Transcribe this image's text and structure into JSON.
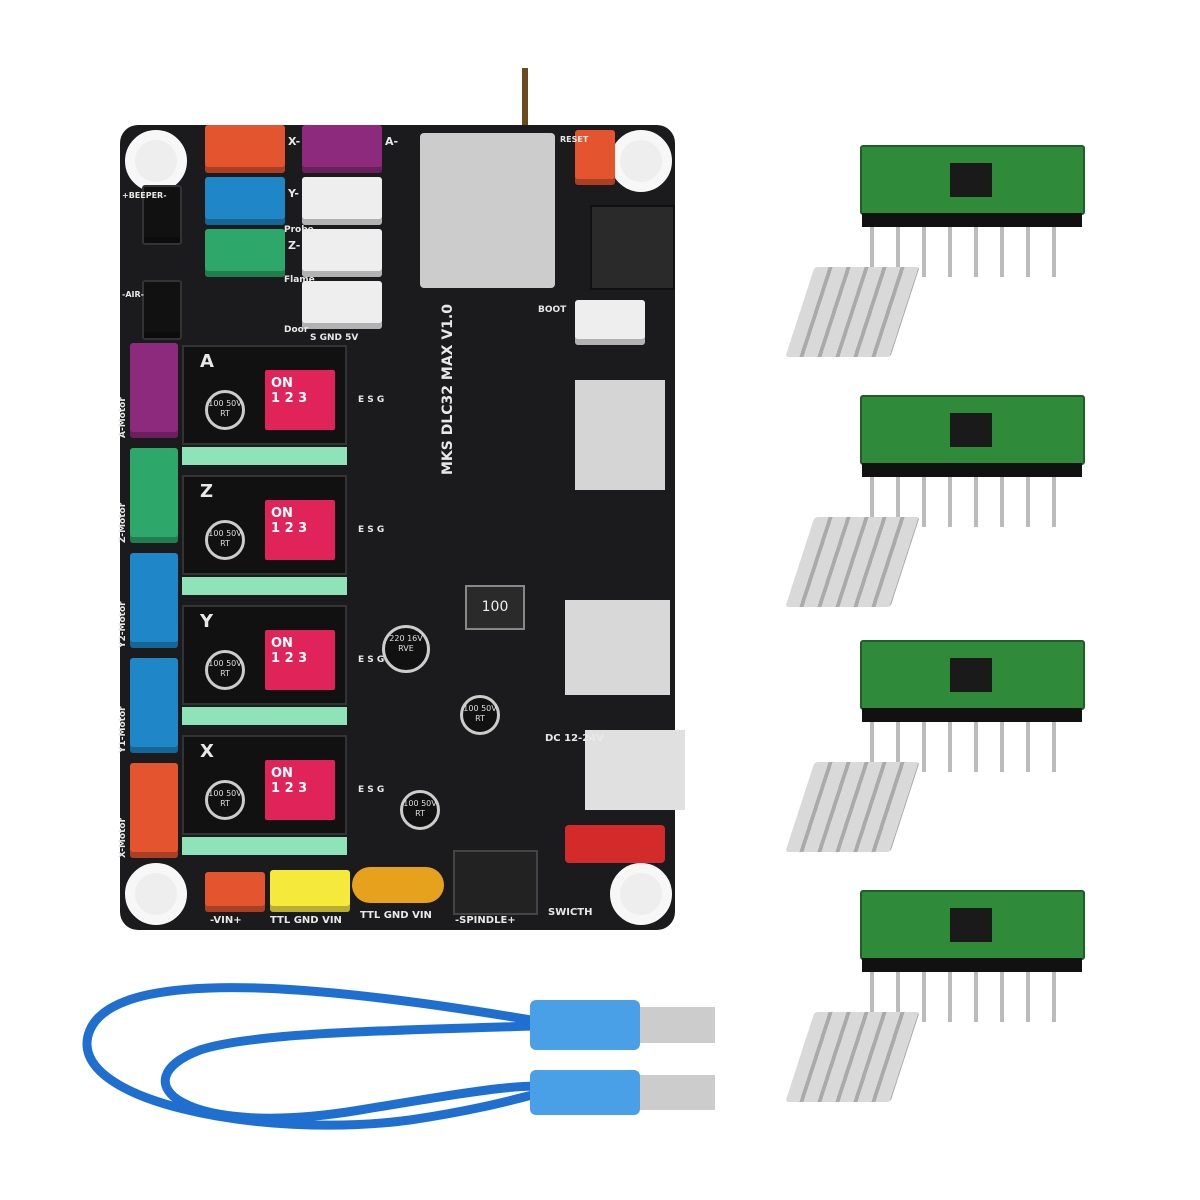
{
  "board": {
    "model": "MKS DLC32 MAX V1.0",
    "top_connectors": [
      "X-",
      "Y-",
      "Z-",
      "A-"
    ],
    "side_labels": [
      "+BEEPER-",
      "-AIR-"
    ],
    "sensor_labels": [
      "Probe",
      "Flame",
      "Door"
    ],
    "sensor_pins": "S GND 5V",
    "boot": "BOOT",
    "reset": "RESET",
    "axes": [
      "A",
      "Z",
      "Y",
      "X"
    ],
    "motor_labels": [
      "A-Motor",
      "Z-Motor",
      "Y2-Motor",
      "Y1-Motor",
      "X-Motor"
    ],
    "dip_on": "ON",
    "dip_numbers": "1 2 3",
    "driver_pins": "E S G",
    "cap_small": "100 50V RT",
    "cap_large": "220 16V RVE",
    "inductor": "100",
    "dc_label": "DC 12-24V",
    "bottom_labels": [
      "-VIN+",
      "TTL GND VIN",
      "TTL GND VIN",
      "-SPINDLE+",
      "SWICTH"
    ]
  },
  "colors": {
    "board": "#1b1b1d",
    "x": "#e4552f",
    "y": "#1f86c8",
    "z": "#2ea86a",
    "a": "#8e2a7e",
    "dip": "#e0245a",
    "driver": "#2f8a3a",
    "cable": "#1e6fd0"
  }
}
